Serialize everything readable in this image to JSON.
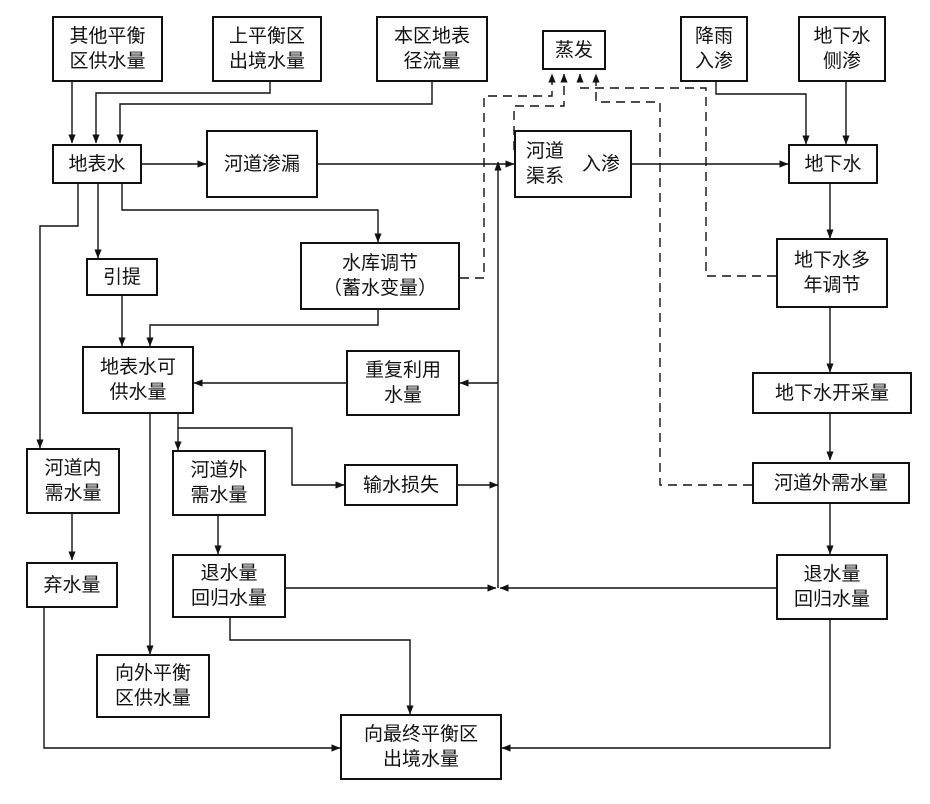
{
  "nodes": {
    "other_region_supply": "其他平衡\n区供水量",
    "upper_region_outflow": "上平衡区\n出境水量",
    "local_runoff": "本区地表\n径流量",
    "evaporation": "蒸发",
    "rain_infiltration": "降雨\n入渗",
    "groundwater_lateral": "地下水\n侧渗",
    "surface_water": "地表水",
    "river_leakage": "河道渗漏",
    "channel_left": "河道\n渠系",
    "channel_right": "入渗",
    "groundwater": "地下水",
    "lift": "引提",
    "reservoir": "水库调节\n（蓄水变量）",
    "gw_multiyear": "地下水多\n年调节",
    "surface_available": "地表水可\n供水量",
    "reuse": "重复利用\n水量",
    "gw_extraction": "地下水开采量",
    "instream_demand": "河道内\n需水量",
    "offstream_demand_left": "河道外\n需水量",
    "conveyance_loss": "输水损失",
    "offstream_demand_right": "河道外需水量",
    "abandoned": "弃水量",
    "return_left": "退水量\n回归水量",
    "return_right": "退水量\n回归水量",
    "outward_supply": "向外平衡\n区供水量",
    "final_outflow": "向最终平衡区\n出境水量"
  },
  "colors": {
    "line": "#111111",
    "background": "#ffffff"
  }
}
